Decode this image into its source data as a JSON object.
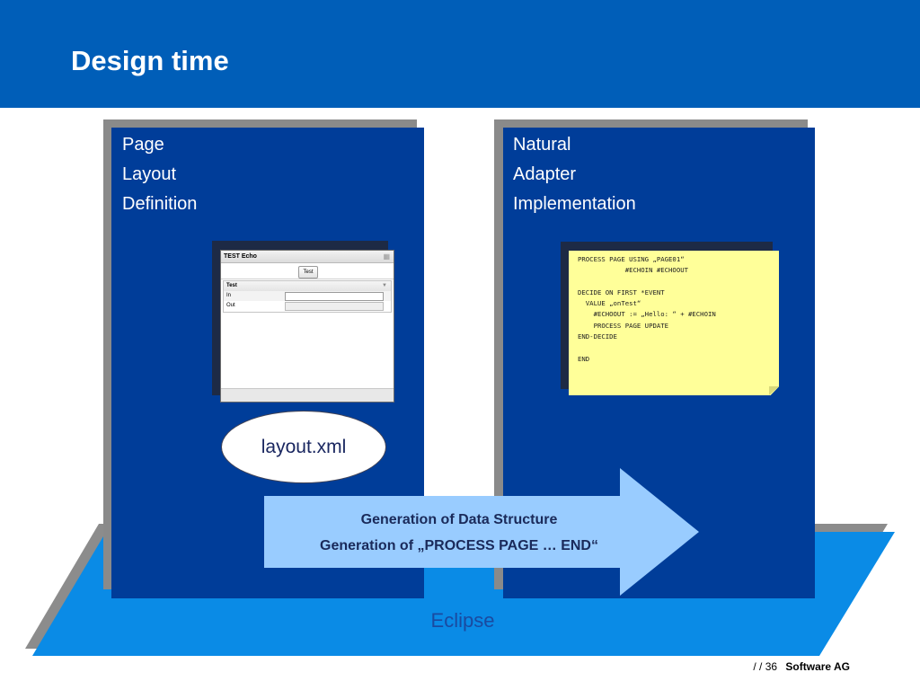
{
  "slide": {
    "title": "Design time"
  },
  "left_panel": {
    "label_lines": [
      "Page",
      "Layout",
      "Definition"
    ],
    "window": {
      "title": "TEST Echo",
      "button_label": "Test",
      "group_title": "Test",
      "rows": [
        {
          "label": "In"
        },
        {
          "label": "Out"
        }
      ]
    },
    "file_label": "layout.xml"
  },
  "right_panel": {
    "label_lines": [
      "Natural",
      "Adapter",
      "Implementation"
    ],
    "code_lines": [
      "PROCESS PAGE USING „PAGE01“",
      "            #ECHOIN #ECHOOUT",
      "",
      "DECIDE ON FIRST *EVENT",
      "  VALUE „onTest“",
      "    #ECHOOUT := „Hello: “ + #ECHOIN",
      "    PROCESS PAGE UPDATE",
      "END-DECIDE",
      "",
      "END"
    ]
  },
  "arrow": {
    "line1": "Generation of Data Structure",
    "line2": "Generation of „PROCESS PAGE … END“"
  },
  "platform": {
    "label": "Eclipse"
  },
  "footer": {
    "page_info": "/  / 36",
    "brand": "Software AG"
  },
  "colors": {
    "header": "#005eb8",
    "panel": "#003d99",
    "platform": "#0a8be6",
    "arrow": "#99ccff",
    "note": "#ffff99"
  }
}
